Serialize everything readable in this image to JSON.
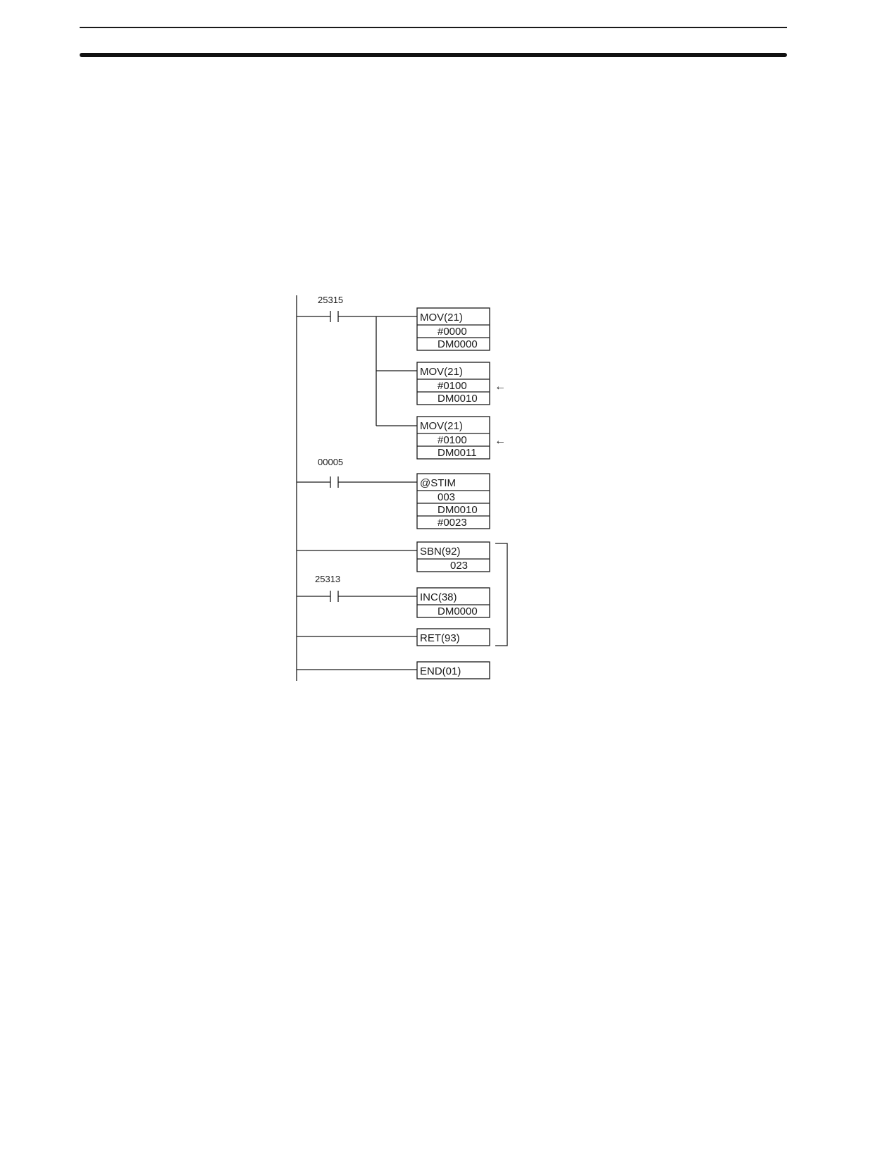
{
  "colors": {
    "ink": "#1a1a1a",
    "background": "#ffffff"
  },
  "diagram": {
    "contacts": [
      {
        "id": "c-25315",
        "label": "25315"
      },
      {
        "id": "c-00005",
        "label": "00005"
      },
      {
        "id": "c-25313",
        "label": "25313"
      }
    ],
    "instruction_blocks": [
      {
        "id": "mov-1",
        "rows": [
          "MOV(21)",
          "#0000",
          "DM0000"
        ]
      },
      {
        "id": "mov-2",
        "rows": [
          "MOV(21)",
          "#0100",
          "DM0010"
        ]
      },
      {
        "id": "mov-3",
        "rows": [
          "MOV(21)",
          "#0100",
          "DM0011"
        ]
      },
      {
        "id": "stim",
        "rows": [
          "@STIM",
          "003",
          "DM0010",
          "#0023"
        ]
      },
      {
        "id": "sbn",
        "rows": [
          "SBN(92)",
          "023"
        ]
      },
      {
        "id": "inc",
        "rows": [
          "INC(38)",
          "DM0000"
        ]
      },
      {
        "id": "ret",
        "rows": [
          "RET(93)"
        ]
      },
      {
        "id": "end",
        "rows": [
          "END(01)"
        ]
      }
    ],
    "arrows": [
      {
        "id": "arrow-1",
        "symbol": "←"
      },
      {
        "id": "arrow-2",
        "symbol": "←"
      }
    ]
  }
}
